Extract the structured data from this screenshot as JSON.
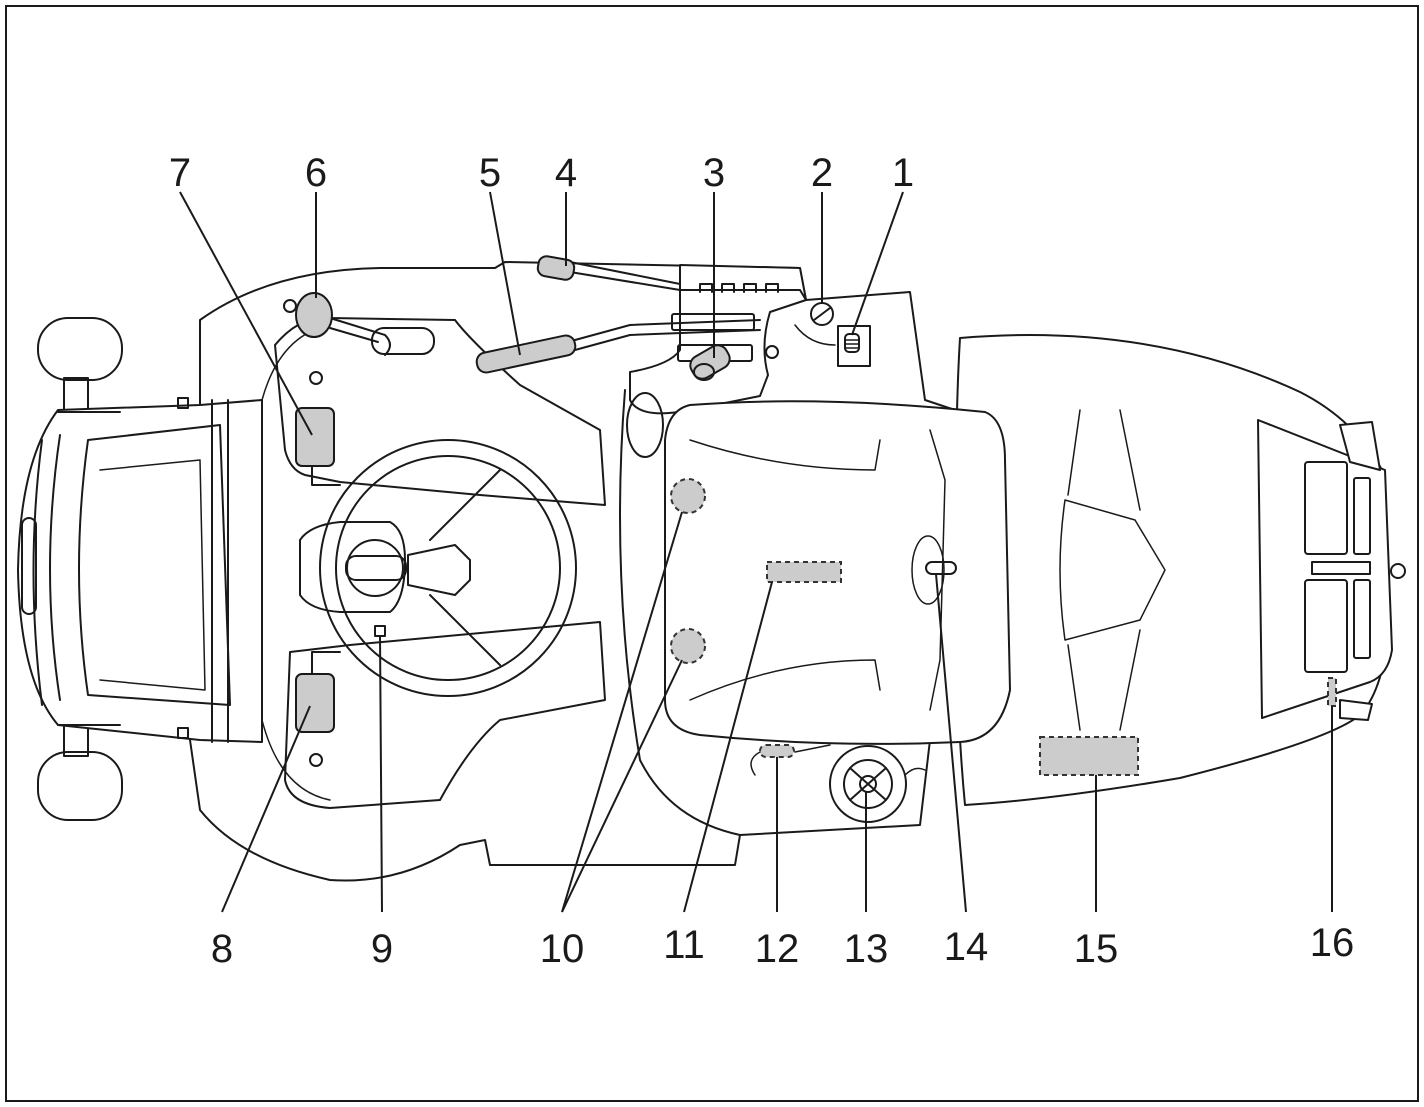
{
  "figure": {
    "callouts": [
      {
        "id": "c1",
        "label": "1"
      },
      {
        "id": "c2",
        "label": "2"
      },
      {
        "id": "c3",
        "label": "3"
      },
      {
        "id": "c4",
        "label": "4"
      },
      {
        "id": "c5",
        "label": "5"
      },
      {
        "id": "c6",
        "label": "6"
      },
      {
        "id": "c7",
        "label": "7"
      },
      {
        "id": "c8",
        "label": "8"
      },
      {
        "id": "c9",
        "label": "9"
      },
      {
        "id": "c10",
        "label": "10"
      },
      {
        "id": "c11",
        "label": "11"
      },
      {
        "id": "c12",
        "label": "12"
      },
      {
        "id": "c13",
        "label": "13"
      },
      {
        "id": "c14",
        "label": "14"
      },
      {
        "id": "c15",
        "label": "15"
      },
      {
        "id": "c16",
        "label": "16"
      }
    ]
  },
  "colors": {
    "outline": "#1a1a1a",
    "highlight_grey": "#cccccc",
    "background": "#ffffff"
  }
}
